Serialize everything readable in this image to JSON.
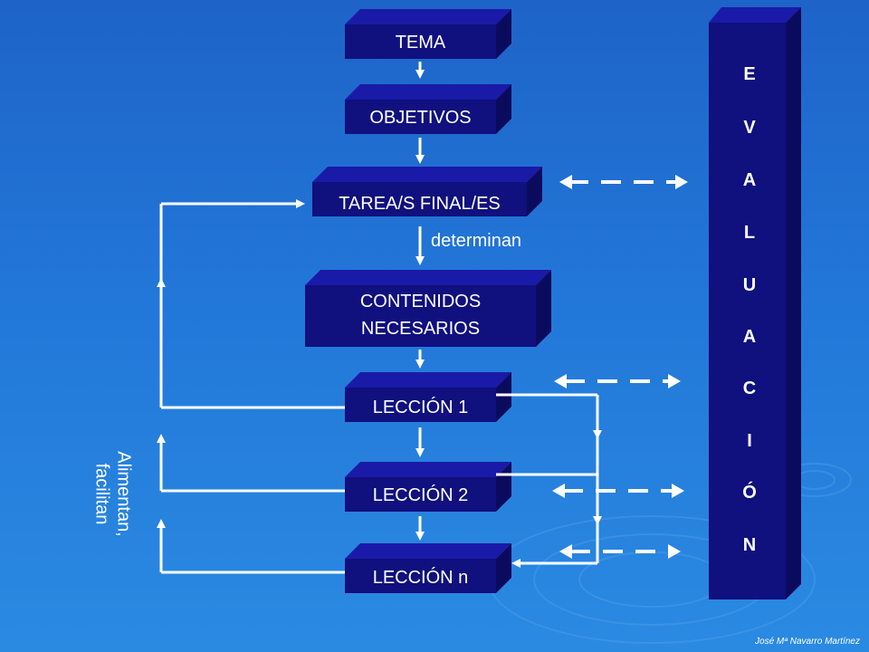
{
  "boxes": {
    "tema": "TEMA",
    "objetivos": "OBJETIVOS",
    "tarea_final": "TAREA/S FINAL/ES",
    "contenidos_line1": "CONTENIDOS",
    "contenidos_line2": "NECESARIOS",
    "leccion_1": "LECCIÓN 1",
    "leccion_2": "LECCIÓN 2",
    "leccion_n": "LECCIÓN n"
  },
  "labels": {
    "determinan": "determinan",
    "alimentan": "Alimentan,",
    "facilitan": "facilitan"
  },
  "evaluacion": {
    "letters": [
      "E",
      "V",
      "A",
      "L",
      "U",
      "A",
      "C",
      "I",
      "Ó",
      "N"
    ]
  },
  "author": "José Mª Navarro Martínez",
  "colors": {
    "background_top": "#1e63c8",
    "background_bottom": "#2a8ae2",
    "box_front": "#10107e",
    "box_side": "#1a1aa8",
    "line": "#ffffff"
  }
}
